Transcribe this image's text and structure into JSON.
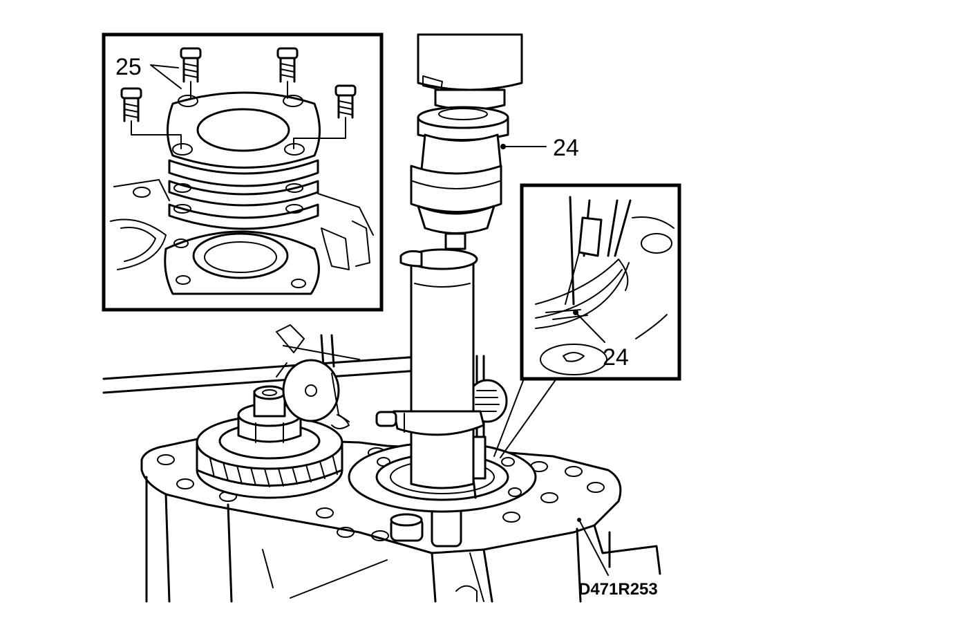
{
  "callouts": {
    "shims_label": "25",
    "tool_label": "24",
    "detail_label": "24"
  },
  "figure_ref": "D471R253"
}
